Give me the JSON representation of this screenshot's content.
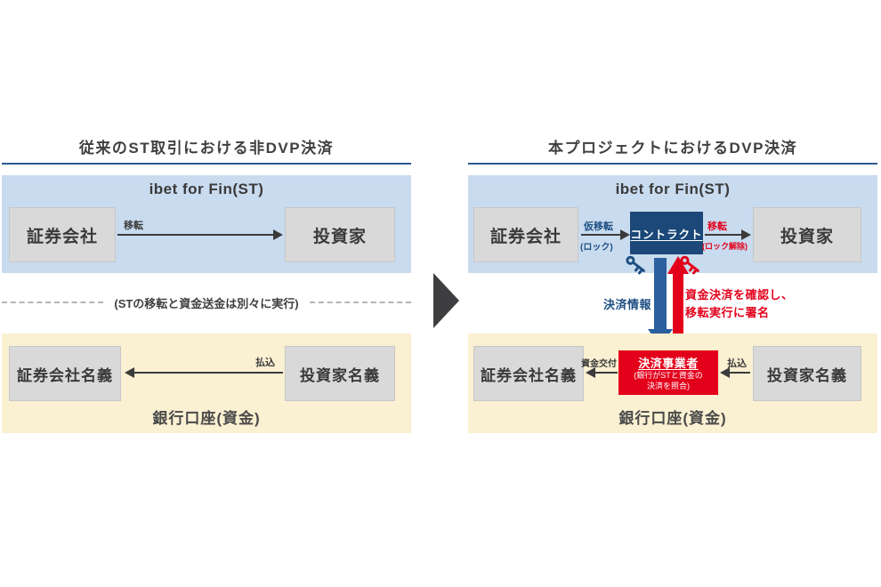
{
  "colors": {
    "panel_blue": "#c9dbef",
    "panel_yellow": "#faf0d2",
    "box_gray": "#d9d9d9",
    "navy": "#1b4878",
    "red": "#e3001b",
    "blue_arrow": "#2b5f9e",
    "arrow_black": "#3b3b3b",
    "title_rule": "#2d5a93"
  },
  "left": {
    "title": "従来のST取引における非DVP決済",
    "st": {
      "platform": "ibet for Fin(ST)",
      "box_left": "証券会社",
      "box_right": "投資家",
      "arrow": "移転"
    },
    "note": "(STの移転と資金送金は別々に実行)",
    "bank": {
      "label": "銀行口座(資金)",
      "box_left": "証券会社名義",
      "box_right": "投資家名義",
      "arrow": "払込"
    }
  },
  "right": {
    "title": "本プロジェクトにおけるDVP決済",
    "st": {
      "platform": "ibet for Fin(ST)",
      "box_left": "証券会社",
      "contract": "コントラクト",
      "box_right": "投資家",
      "arrow_in_1": "仮移転",
      "arrow_in_2": "(ロック)",
      "arrow_out_1": "移転",
      "arrow_out_2": "(ロック解除)"
    },
    "flow": {
      "down": "決済情報",
      "up_1": "資金決済を確認し、",
      "up_2": "移転実行に署名"
    },
    "bank": {
      "label": "銀行口座(資金)",
      "box_left": "証券会社名義",
      "box_right": "投資家名義",
      "settler": "決済事業者",
      "settler_sub_1": "(銀行がSTと資金の",
      "settler_sub_2": "決済を照合)",
      "arrow_left": "資金交付",
      "arrow_right": "払込"
    }
  }
}
